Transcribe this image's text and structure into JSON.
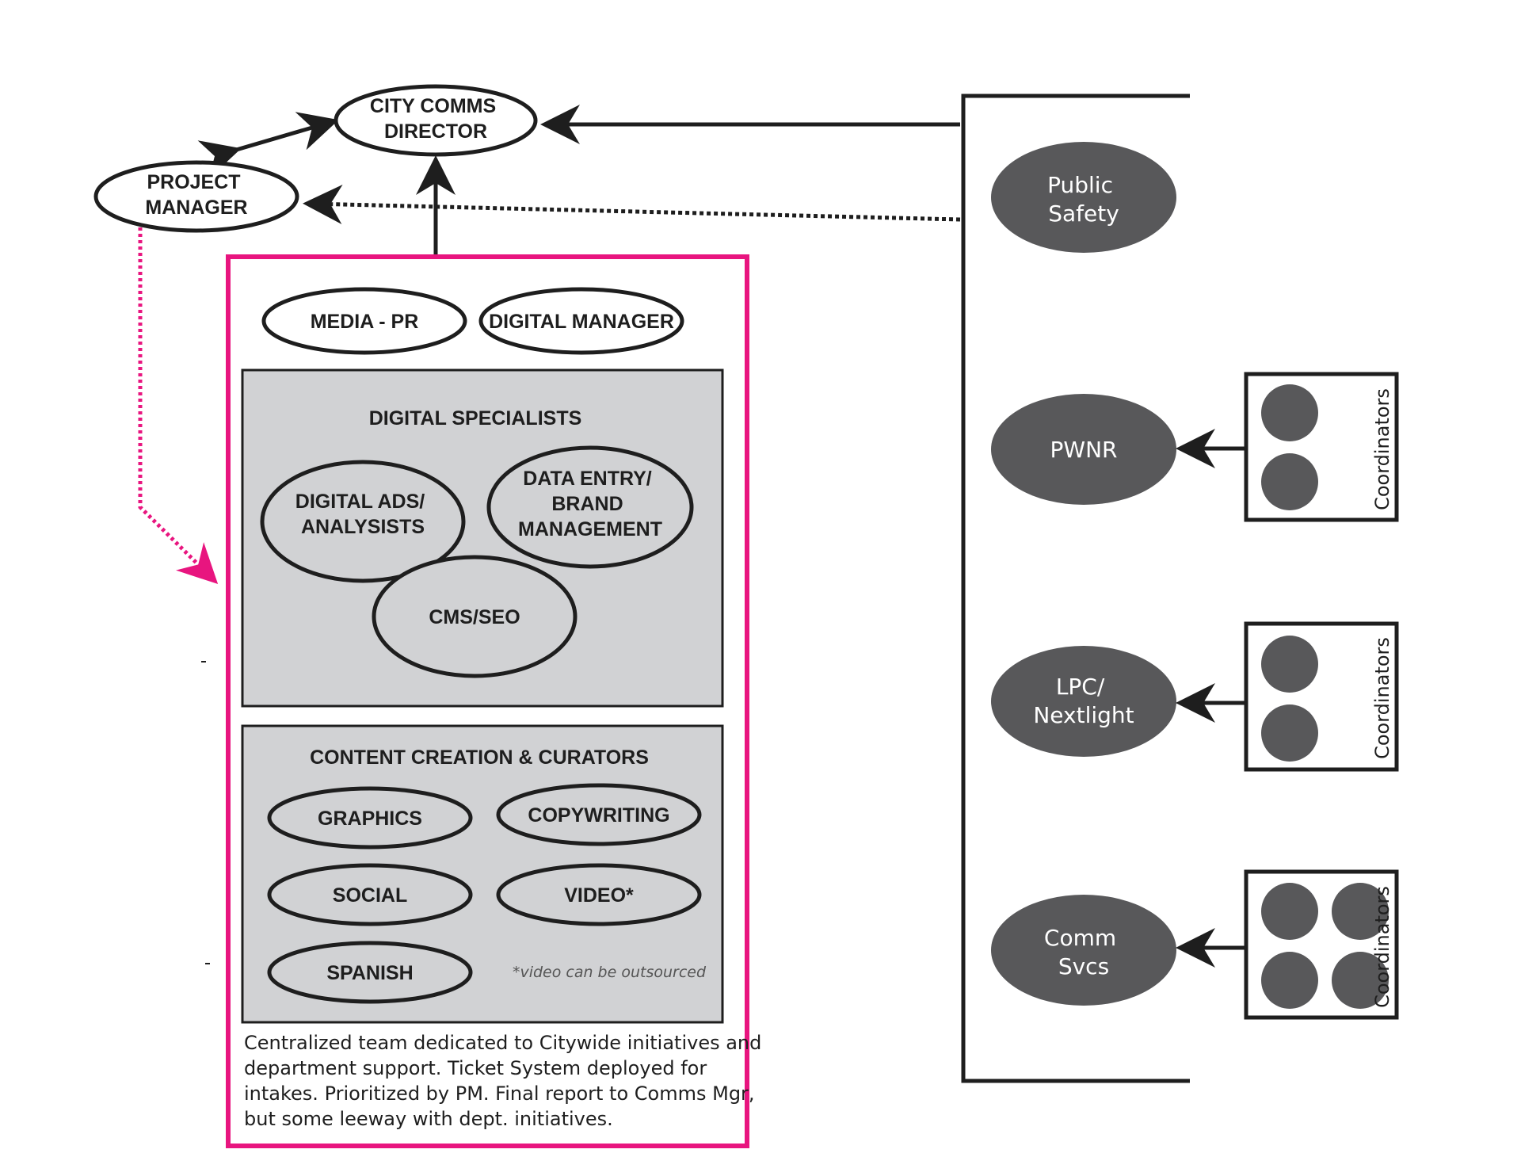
{
  "colors": {
    "ink": "#1e1e1e",
    "accent_pink": "#e8157f",
    "panel_gray": "#d1d2d4",
    "dept_fill": "#58585a",
    "background": "#ffffff"
  },
  "top": {
    "director": [
      "CITY COMMS",
      "DIRECTOR"
    ],
    "project_manager": [
      "PROJECT",
      "MANAGER"
    ]
  },
  "central_team": {
    "media_pr": "MEDIA - PR",
    "digital_manager": "DIGITAL MANAGER",
    "digital_specialists": {
      "title": "DIGITAL SPECIALISTS",
      "digital_ads": [
        "DIGITAL ADS/",
        "ANALYSISTS"
      ],
      "data_entry": [
        "DATA ENTRY/",
        "BRAND",
        "MANAGEMENT"
      ],
      "cms_seo": "CMS/SEO"
    },
    "content_creation": {
      "title": "CONTENT CREATION & CURATORS",
      "graphics": "GRAPHICS",
      "copywriting": "COPYWRITING",
      "social": "SOCIAL",
      "video": "VIDEO*",
      "spanish": "SPANISH",
      "note": "*video can be outsourced"
    },
    "description": [
      "Centralized team dedicated to Citywide initiatives and",
      "department support. Ticket System deployed for",
      "intakes. Prioritized by PM. Final report to Comms Mgr,",
      "but some leeway with dept. initiatives."
    ]
  },
  "departments": {
    "public_safety": [
      "Public",
      "Safety"
    ],
    "pwnr": [
      "PWNR"
    ],
    "lpc": [
      "LPC/",
      "Nextlight"
    ],
    "comm_svcs": [
      "Comm",
      "Svcs"
    ]
  },
  "coordinators_label": "Coordinators"
}
